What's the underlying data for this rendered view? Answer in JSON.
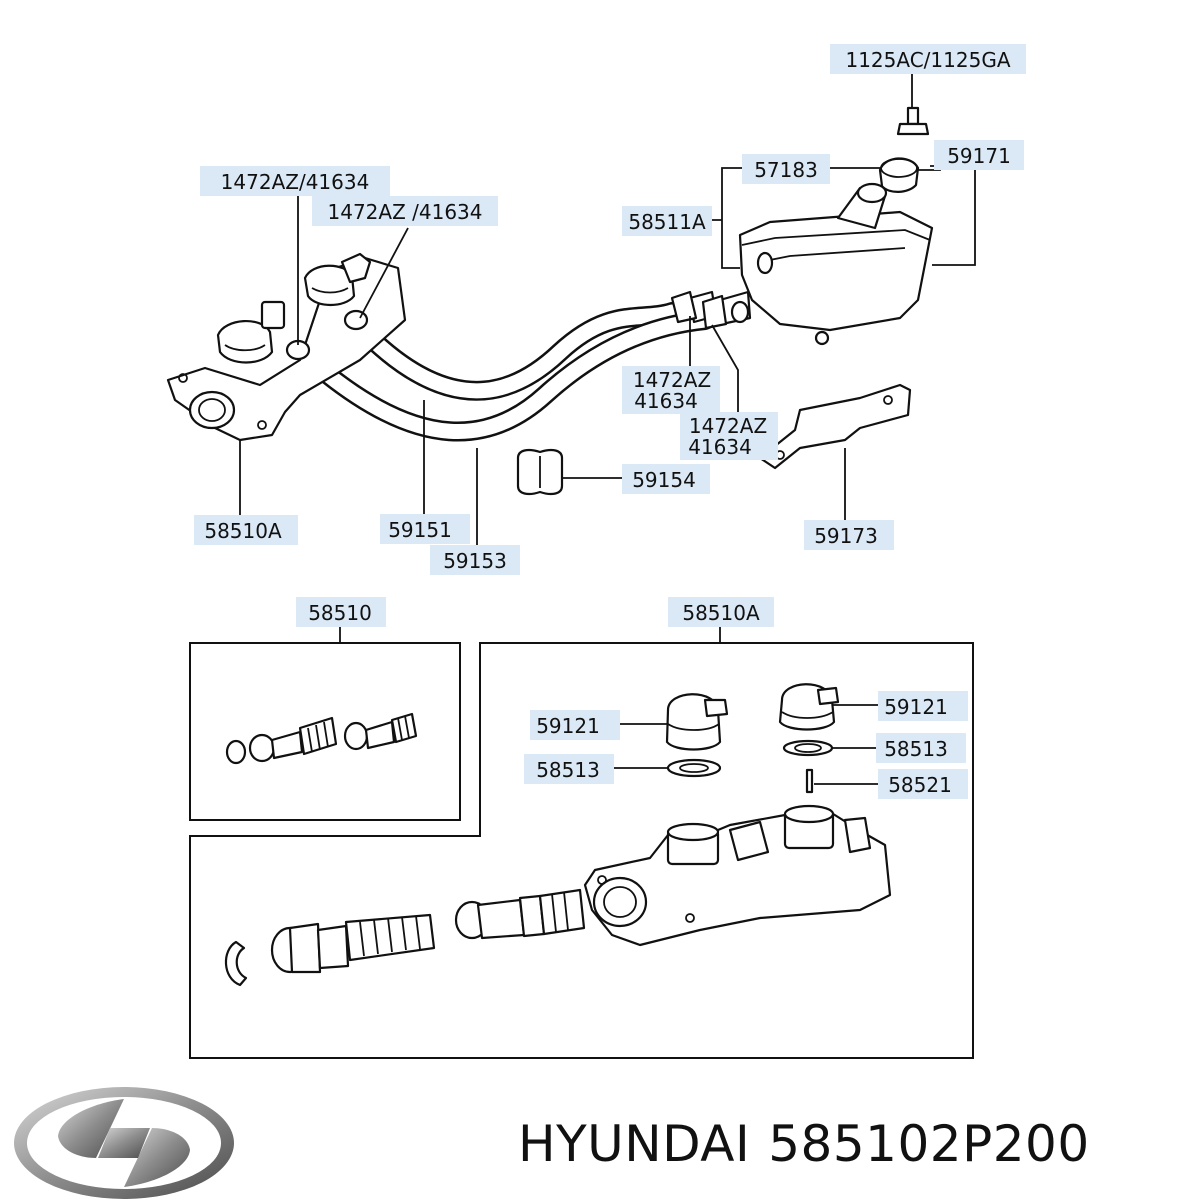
{
  "callouts": {
    "bolt": "1125AC/1125GA",
    "cap": "59171",
    "filter": "57183",
    "reservoir": "58511A",
    "clamp_left_a": "1472AZ/41634",
    "clamp_left_b": "1472AZ /41634",
    "clamp_right_a_line1": "1472AZ",
    "clamp_right_a_line2": "41634",
    "clamp_right_b_line1": "1472AZ",
    "clamp_right_b_line2": "41634",
    "hose_clip": "59154",
    "bracket": "59173",
    "cylinder_body": "58510A",
    "hose_upper": "59151",
    "hose_lower": "59153",
    "kit_box": "58510",
    "assembly_box": "58510A",
    "grommet_left": "59121",
    "grommet_right": "59121",
    "seal_left": "58513",
    "seal_right": "58513",
    "pin": "58521"
  },
  "footer": {
    "brand": "HYUNDAI",
    "part_number": "585102P200"
  },
  "logo_icon": "hyundai-logo-icon"
}
